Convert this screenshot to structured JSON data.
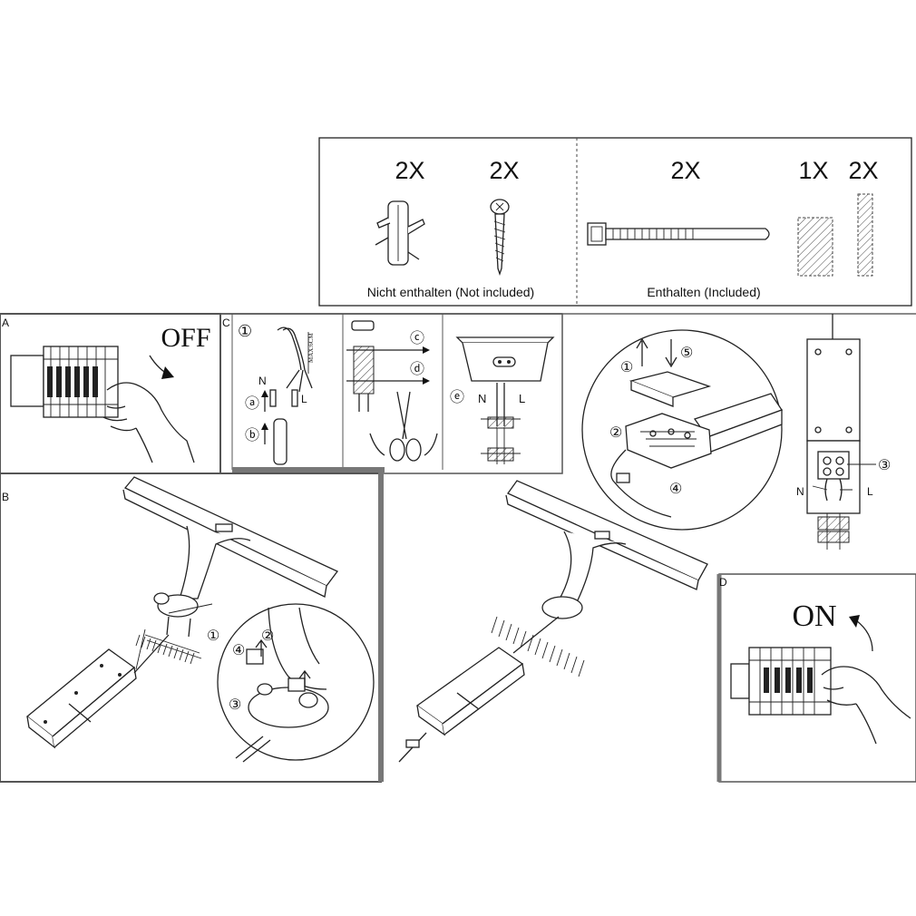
{
  "parts_box": {
    "left": {
      "wall_plug_qty": "2X",
      "screw_qty": "2X",
      "caption": "Nicht enthalten (Not included)"
    },
    "right": {
      "cable_tie_qty": "2X",
      "pad_large_qty": "1X",
      "pad_small_qty": "2X",
      "caption": "Enthalten (Included)"
    }
  },
  "panels": {
    "A": {
      "label": "A",
      "switch_text": "OFF"
    },
    "B": {
      "label": "B"
    },
    "C": {
      "label": "C",
      "step1": "①",
      "max_text": "MAX:6CM",
      "neutral": "N",
      "live": "L",
      "step_a": "ⓐ",
      "step_b": "ⓑ",
      "step_c": "ⓒ",
      "step_d": "ⓓ",
      "step_e": "ⓔ",
      "e_neutral": "N",
      "e_live": "L"
    },
    "mount_detail": {
      "n1": "①",
      "n2": "②",
      "n3": "③",
      "n4": "④"
    },
    "junction_detail": {
      "n1": "①",
      "n2": "②",
      "n4": "④",
      "n5": "⑤"
    },
    "terminal": {
      "n3": "③",
      "neutral": "N",
      "live": "L"
    },
    "D": {
      "label": "D",
      "switch_text": "ON"
    }
  },
  "colors": {
    "line": "#222222",
    "panel_border": "#555555",
    "background": "#ffffff"
  }
}
